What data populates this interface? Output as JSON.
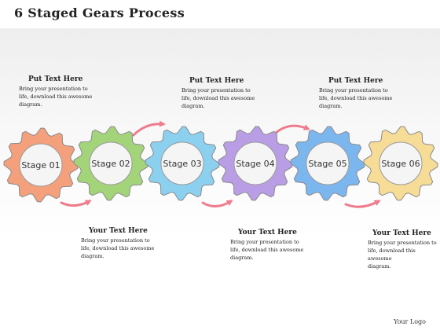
{
  "title": "6 Staged Gears Process",
  "gears": [
    {
      "label": "Stage 01",
      "color": "#f4a07c"
    },
    {
      "label": "Stage 02",
      "color": "#a4d47a"
    },
    {
      "label": "Stage 03",
      "color": "#8cd0f0"
    },
    {
      "label": "Stage 04",
      "color": "#b99ee6"
    },
    {
      "label": "Stage 05",
      "color": "#7cb6ee"
    },
    {
      "label": "Stage 06",
      "color": "#f6dc96"
    }
  ],
  "gear_inner_color": "#f5f5f5",
  "arrow_color": "#ee7c8c",
  "text_blocks": [
    {
      "heading": "Put Text Here",
      "body": [
        "Bring your presentation to",
        "life, download this awesome",
        "diagram."
      ]
    },
    {
      "heading": "Your Text Here",
      "body": [
        "Bring your presentation to",
        "life, download this awesome",
        "diagram."
      ]
    },
    {
      "heading": "Put Text Here",
      "body": [
        "Bring your presentation to",
        "life, download this awesome",
        "diagram."
      ]
    },
    {
      "heading": "Your Text Here",
      "body": [
        "Bring your presentation to",
        "life, download this awesome",
        "diagram."
      ]
    },
    {
      "heading": "Put Text Here",
      "body": [
        "Bring your presentation to",
        "life, download this awesome",
        "diagram."
      ]
    },
    {
      "heading": "Your Text Here",
      "body": [
        "Bring your presentation to",
        "life, download this awesome",
        "diagram."
      ]
    }
  ],
  "logo": "Your Logo"
}
